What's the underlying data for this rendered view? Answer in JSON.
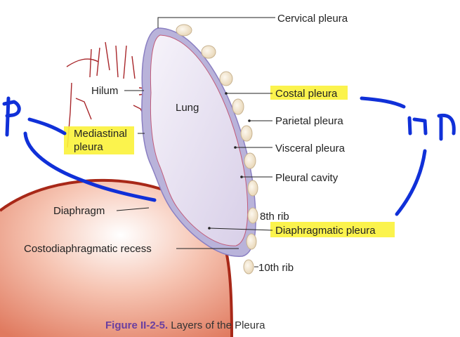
{
  "labels": {
    "cervical_pleura": "Cervical pleura",
    "costal_pleura": "Costal pleura",
    "parietal_pleura": "Parietal pleura",
    "visceral_pleura": "Visceral pleura",
    "pleural_cavity": "Pleural cavity",
    "rib_8": "8th rib",
    "diaphragmatic_pleura": "Diaphragmatic pleura",
    "rib_10": "10th rib",
    "hilum": "Hilum",
    "lung": "Lung",
    "mediastinal_line1": "Mediastinal",
    "mediastinal_line2": "pleura",
    "diaphragm": "Diaphragm",
    "costodiaphragmatic_recess": "Costodiaphragmatic recess"
  },
  "caption": {
    "figure_number": "Figure II-2-5.",
    "title": "Layers of the Pleura"
  },
  "colors": {
    "highlight": "#fbf23a",
    "annotation_ink": "#1030d8",
    "caption": "#6a3fa0",
    "lung_fill": "#e4ddef",
    "pleura_fill": "#b9b3da",
    "diaphragm": "#e07a5f",
    "diaphragm_edge": "#a82818",
    "rib": "#f1e3cc"
  }
}
